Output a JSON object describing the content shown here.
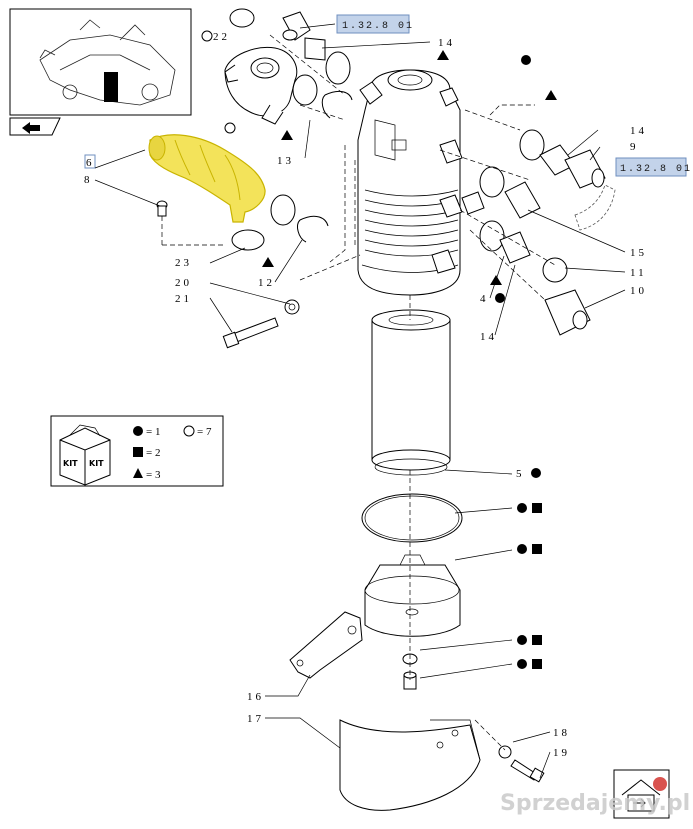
{
  "refs": {
    "top": "1.32.8 01",
    "right": "1.32.8 01"
  },
  "callouts": {
    "n22": "22",
    "n14a": "14",
    "n13": "13",
    "n14b": "14",
    "n9": "9",
    "n15": "15",
    "n11": "11",
    "n10": "10",
    "n6": "6",
    "n8": "8",
    "n23": "23",
    "n20": "20",
    "n21": "21",
    "n12": "12",
    "n4": "4",
    "n14c": "14",
    "n5": "5",
    "n16": "16",
    "n17": "17",
    "n18": "18",
    "n19": "19"
  },
  "legend": {
    "kit_word": "KIT",
    "circle_filled": "= 1",
    "circle_open": "= 7",
    "square": "= 2",
    "triangle": "= 3"
  },
  "watermark": "Sprzedajemy.pl",
  "colors": {
    "highlight": "#f3e35a",
    "highlight_dark": "#c9b400",
    "ref_box": "#c3d3ea",
    "ref_border": "#6f8fbf"
  }
}
